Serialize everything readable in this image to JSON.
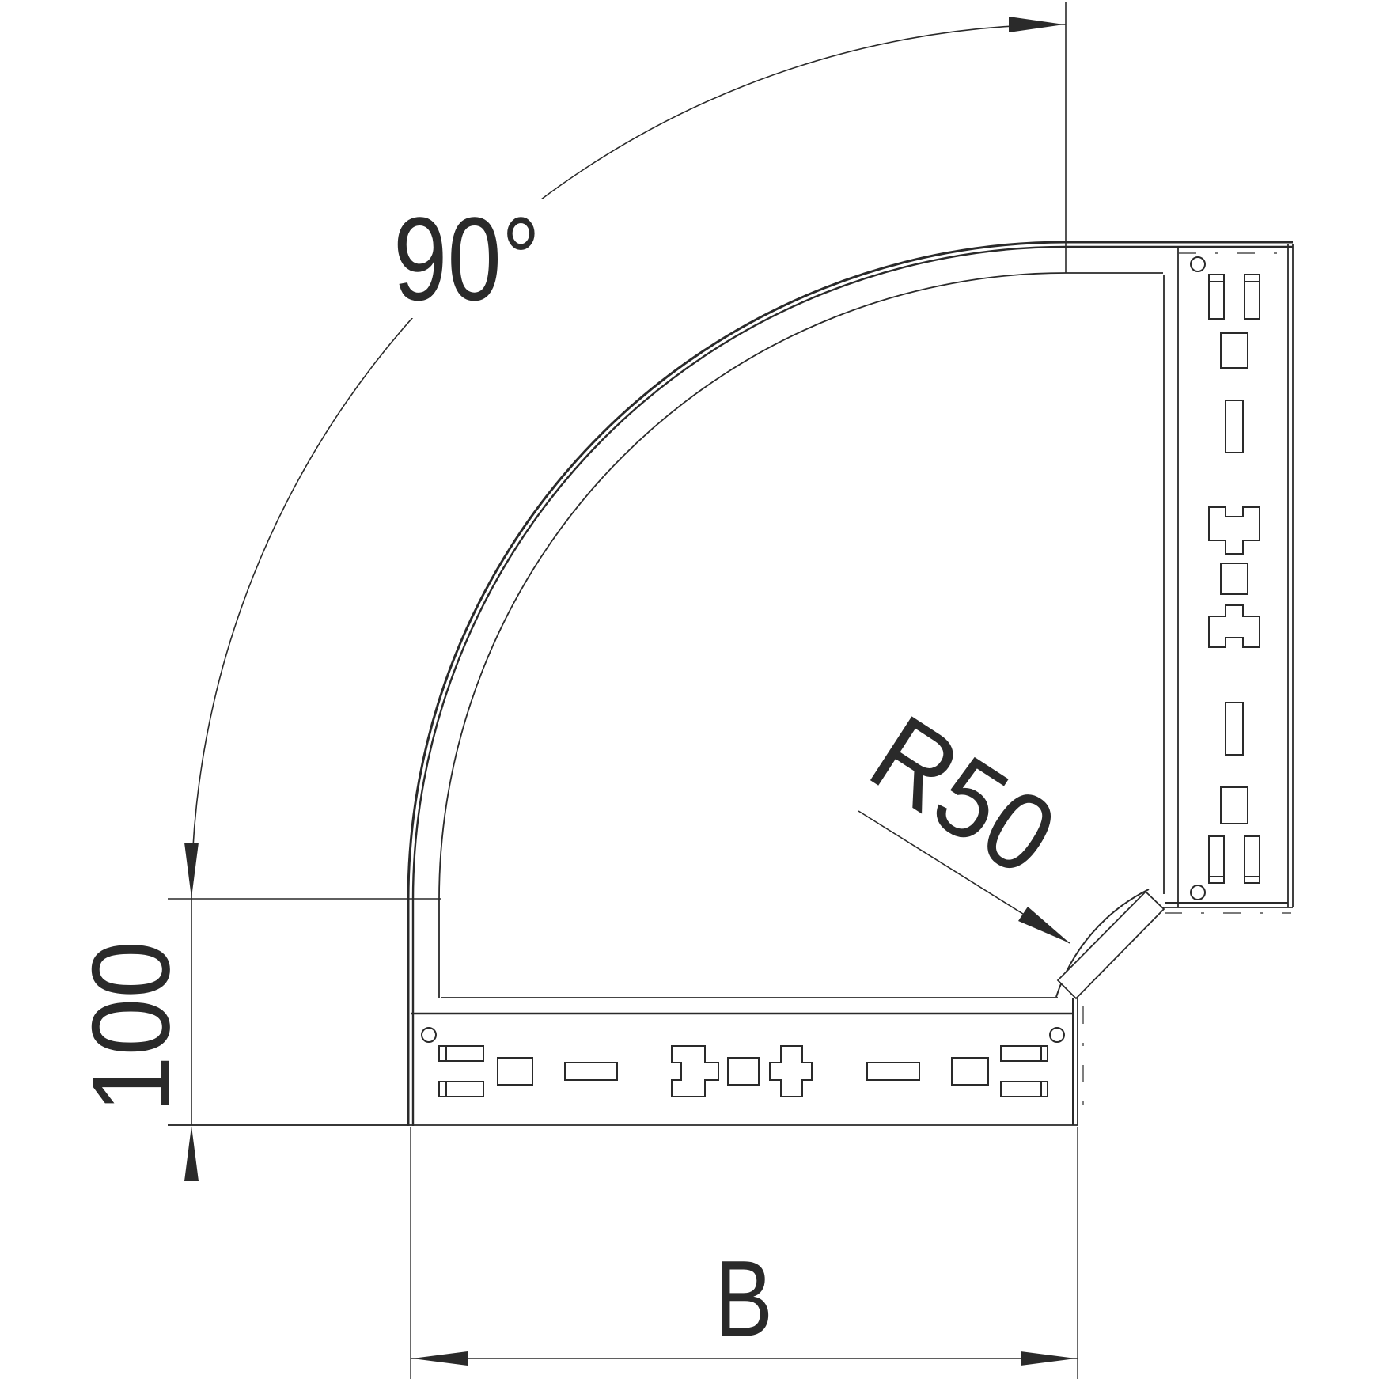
{
  "drawing": {
    "kind": "technical-drawing-cable-tray-90-degree-bend",
    "colors": {
      "line": "#2a2a2a",
      "background": "#ffffff"
    },
    "dims": {
      "angle": "90°",
      "stub": "100",
      "width": "B",
      "radius": "R50"
    }
  }
}
